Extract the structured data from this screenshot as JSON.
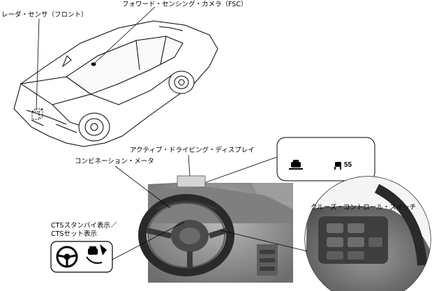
{
  "labels": {
    "radar_sensor": "レーダ・センサ（フロント）",
    "forward_camera": "フォワード・センシング・カメラ（FSC）",
    "active_driving_display": "アクティブ・ドライビング・ディスプレイ",
    "combination_meter": "コンビネーション・メータ",
    "cts_indicators_line1": "CTSスタンバイ表示／",
    "cts_indicators_line2": "CTSセット表示",
    "cruise_control_switch": "クルーズ・コントロール・スイッチ"
  },
  "display": {
    "set_speed": "55"
  },
  "colors": {
    "line": "#000000",
    "dash_gray": "#8f8f8f",
    "display_gray": "#d4d4d4"
  }
}
